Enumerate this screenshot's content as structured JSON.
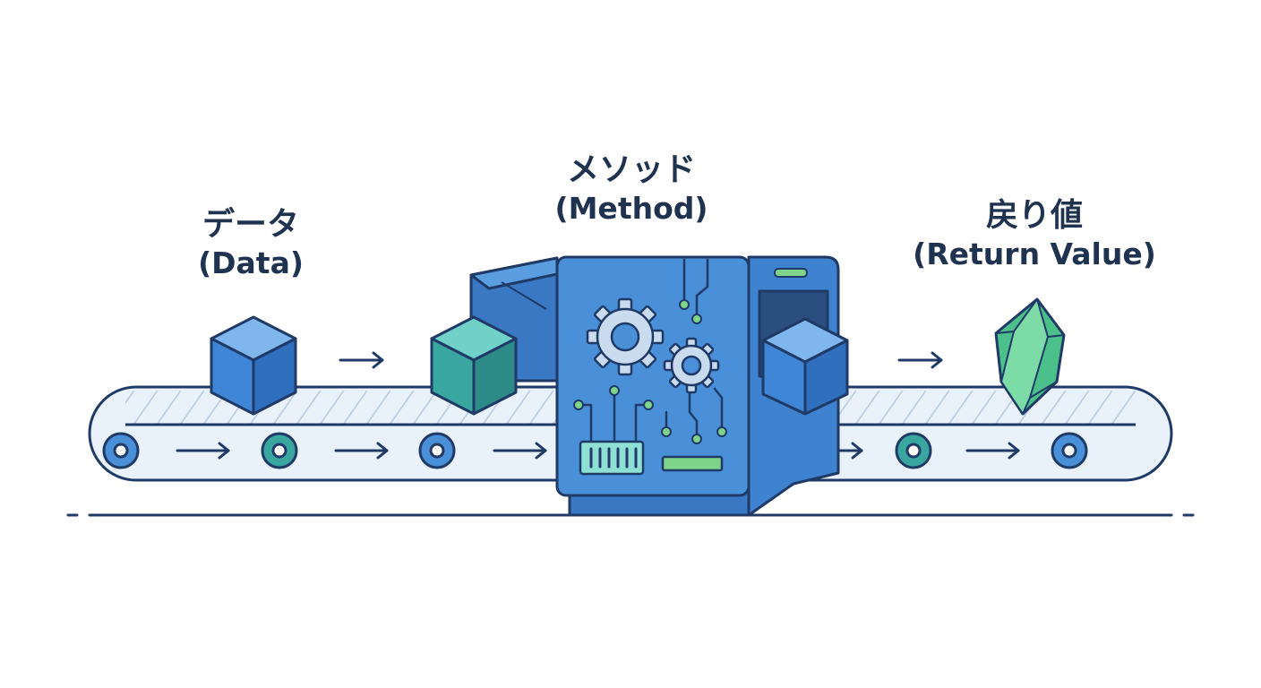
{
  "labels": {
    "data": {
      "jp": "データ",
      "en": "(Data)"
    },
    "method": {
      "jp": "メソッド",
      "en": "(Method)"
    },
    "return_value": {
      "jp": "戻り値",
      "en": "(Return Value)"
    }
  },
  "colors": {
    "outline": "#1f3a66",
    "machine": "#4a90d9",
    "machine_dark": "#3a78c4",
    "cube_blue": "#3f86d6",
    "cube_teal": "#3aa6a0",
    "gem": "#4cc08a",
    "belt": "#e9f1fa",
    "gear": "#c9dbef",
    "accent_green": "#7fd38a"
  },
  "icons": [
    "gear-icon",
    "circuit-icon",
    "cube-icon",
    "gem-icon",
    "arrow-icon"
  ]
}
